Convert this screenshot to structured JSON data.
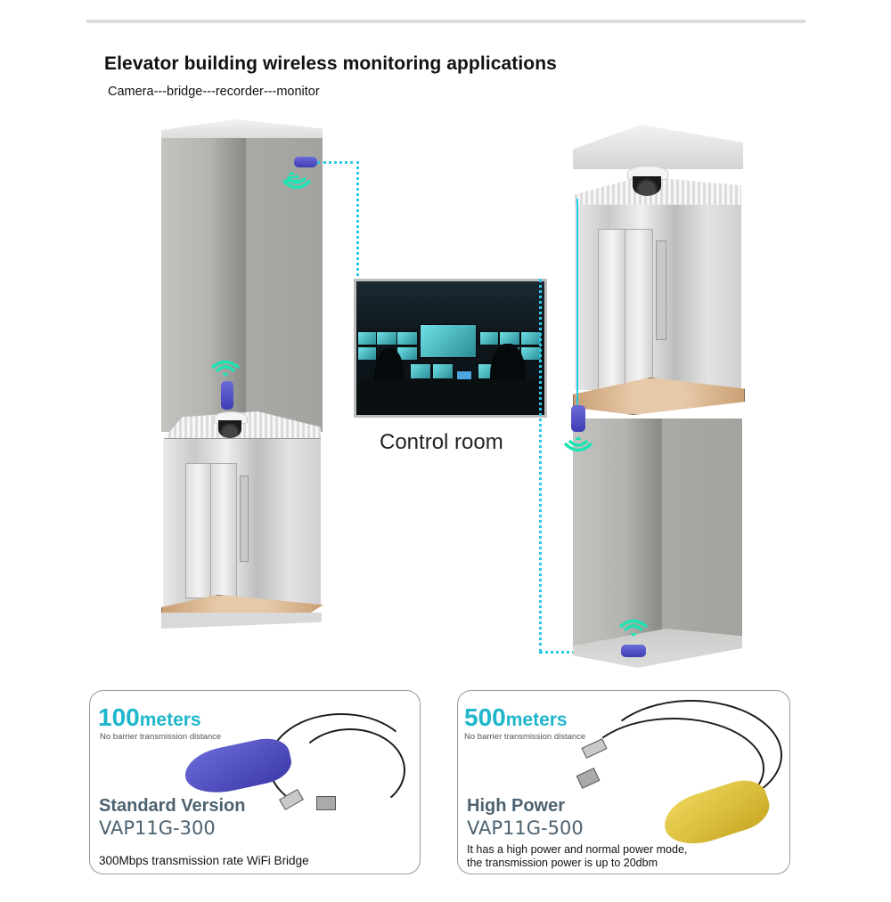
{
  "header": {
    "title": "Elevator building wireless monitoring applications",
    "subtitle": "Camera---bridge---recorder---monitor"
  },
  "diagram": {
    "left_shaft": {
      "components": [
        "bridge-top",
        "wifi-signal",
        "wifi-signal",
        "bridge-on-camera",
        "dome-camera",
        "elevator-cab"
      ]
    },
    "right_shaft": {
      "components": [
        "dome-camera",
        "elevator-cab",
        "bridge-under-cab",
        "wifi-signal",
        "wifi-signal",
        "bridge-bottom"
      ]
    },
    "control_room": {
      "label": "Control room"
    },
    "link_color": "#29c9e6",
    "wifi_color": "#1fe3b2",
    "bridge_color": "#4a49c0"
  },
  "products": [
    {
      "distance_number": "100",
      "distance_unit": "meters",
      "distance_note": "No barrier transmission distance",
      "version": "Standard Version",
      "model": "VAP11G-300",
      "description": "300Mbps transmission rate WiFi Bridge",
      "device_color": "#4a49c0"
    },
    {
      "distance_number": "500",
      "distance_unit": "meters",
      "distance_note": "No barrier transmission distance",
      "version": "High Power",
      "model": "VAP11G-500",
      "description_line1": "It has a high power and normal power mode,",
      "description_line2": "the transmission power is up to 20dbm",
      "device_color": "#d9be3a"
    }
  ],
  "colors": {
    "accent": "#1fb6cc",
    "model_text": "#4c6271"
  }
}
